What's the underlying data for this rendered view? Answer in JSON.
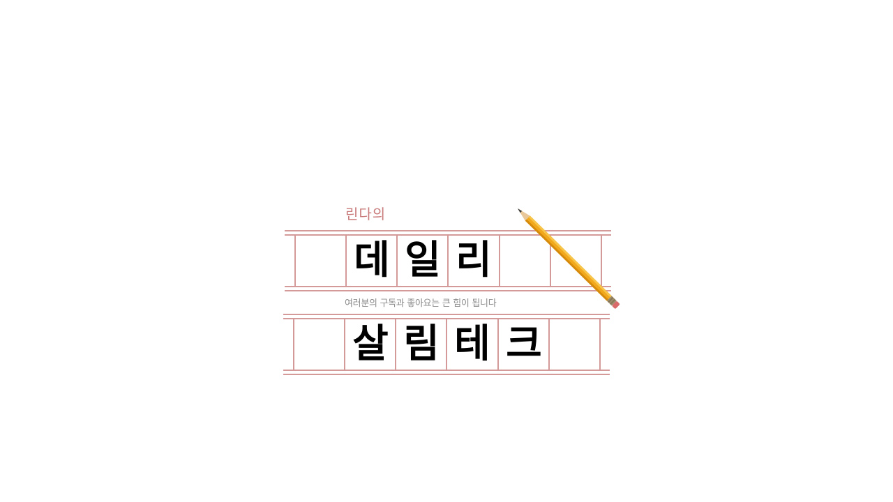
{
  "thumbnail": {
    "kicker": "린다의",
    "title_line1": [
      "데",
      "일",
      "리"
    ],
    "subtitle": "여러분의 구독과 좋아요는 큰 힘이 됩니다",
    "title_line2": [
      "살",
      "림",
      "테",
      "크"
    ],
    "colors": {
      "grid_line": "#d49a9a",
      "kicker": "#c97b7b",
      "subtitle": "#8a8a8a",
      "title": "#000000",
      "pencil_body": "#f2a81d",
      "pencil_ferrule": "#9a8a6a",
      "pencil_eraser": "#d86a6a"
    },
    "decoration": "pencil-icon"
  }
}
